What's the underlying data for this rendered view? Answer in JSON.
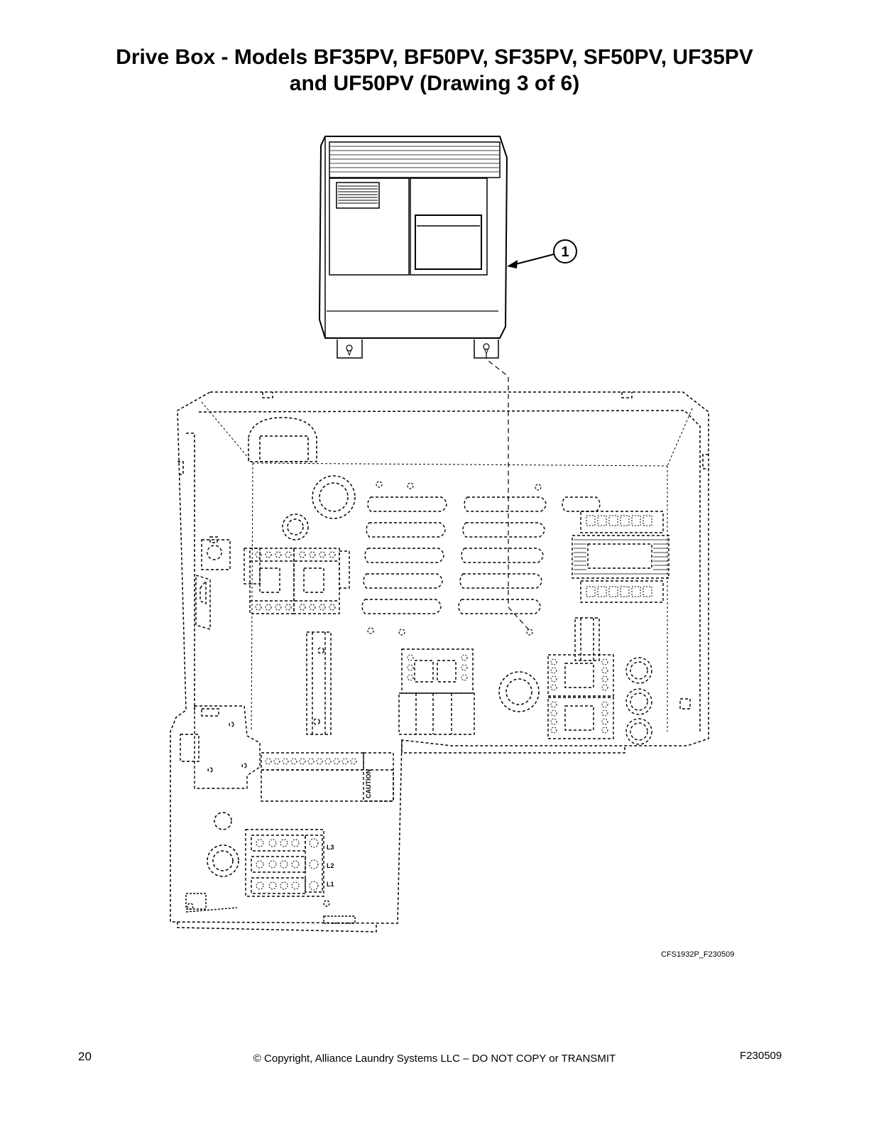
{
  "header": {
    "title_line1": "Drive Box - Models BF35PV, BF50PV, SF35PV, SF50PV, UF35PV",
    "title_line2": "and UF50PV (Drawing 3 of 6)"
  },
  "drawing": {
    "callout": "1",
    "terminal_labels": [
      "L3",
      "L2",
      "L1"
    ],
    "caution_label": "CAUTION",
    "figure_id": "CFS1932P_F230509"
  },
  "footer": {
    "page_number": "20",
    "copyright": "© Copyright, Alliance Laundry Systems LLC – DO NOT COPY or TRANSMIT",
    "doc_code": "F230509"
  }
}
